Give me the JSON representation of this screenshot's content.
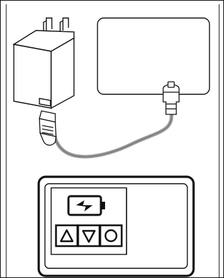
{
  "diagram": {
    "subject": "charging-setup-illustration",
    "icons": {
      "charging": "battery-charging-icon",
      "up": "triangle-up-button",
      "down": "triangle-down-button",
      "ok": "circle-button"
    }
  },
  "colors": {
    "line": "#111111",
    "cable": "#9a9a9a",
    "background": "#ffffff"
  }
}
